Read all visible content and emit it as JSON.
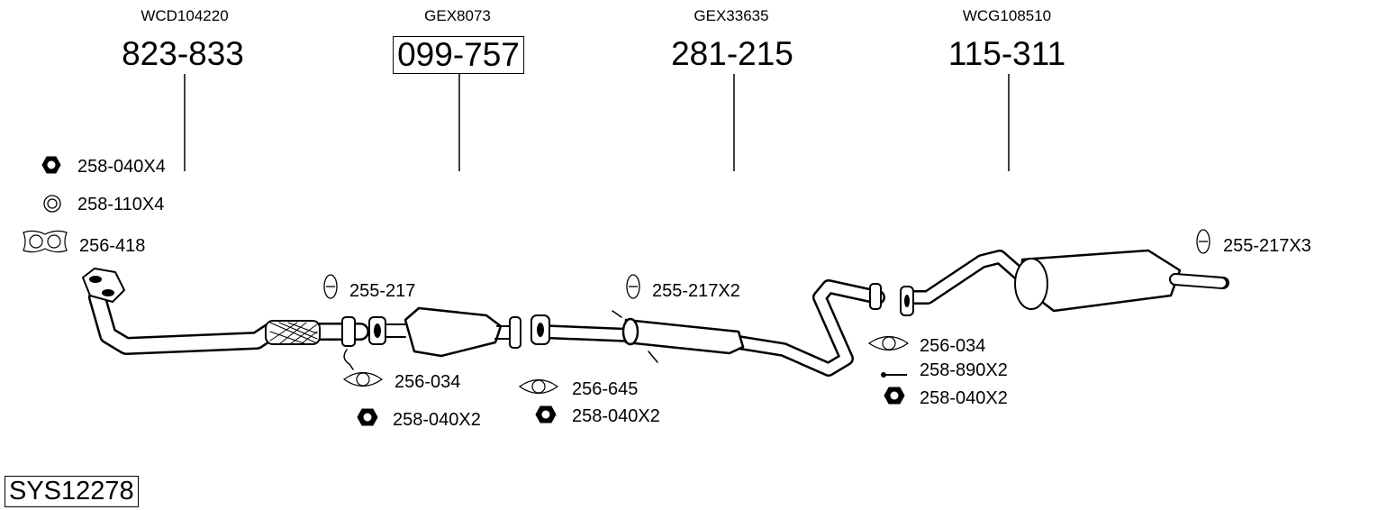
{
  "groups": [
    {
      "code": "WCD104220",
      "part": "823-833",
      "boxed": false
    },
    {
      "code": "GEX8073",
      "part": "099-757",
      "boxed": true
    },
    {
      "code": "GEX33635",
      "part": "281-215",
      "boxed": false
    },
    {
      "code": "WCG108510",
      "part": "115-311",
      "boxed": false
    }
  ],
  "accessories": [
    {
      "label": "258-040X4",
      "icon": "nut-icon"
    },
    {
      "label": "258-110X4",
      "icon": "washer-icon"
    },
    {
      "label": "256-418",
      "icon": "double-gasket-icon"
    },
    {
      "label": "255-217",
      "icon": "rubber-hanger-icon"
    },
    {
      "label": "256-034",
      "icon": "gasket-icon"
    },
    {
      "label": "258-040X2",
      "icon": "nut-icon"
    },
    {
      "label": "256-645",
      "icon": "gasket-icon"
    },
    {
      "label": "258-040X2",
      "icon": "nut-icon"
    },
    {
      "label": "255-217X2",
      "icon": "rubber-hanger-icon"
    },
    {
      "label": "256-034",
      "icon": "gasket-icon"
    },
    {
      "label": "258-890X2",
      "icon": "bolt-icon"
    },
    {
      "label": "258-040X2",
      "icon": "nut-icon"
    },
    {
      "label": "255-217X3",
      "icon": "rubber-hanger-icon"
    }
  ],
  "system_id": "SYS12278"
}
